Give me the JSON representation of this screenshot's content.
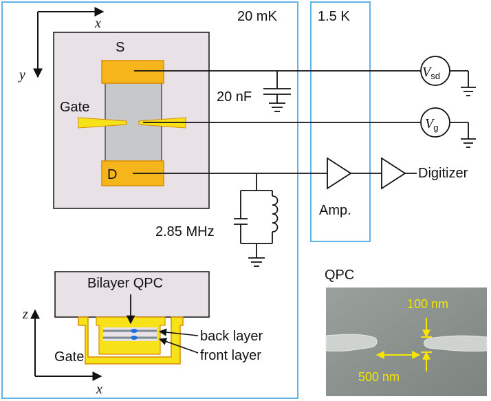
{
  "regions": {
    "cold_stage": "20 mK",
    "amp_stage": "1.5 K"
  },
  "axes_top": {
    "x": "x",
    "y": "y"
  },
  "axes_bottom": {
    "z": "z",
    "x": "x"
  },
  "device": {
    "source": "S",
    "drain": "D",
    "gate": "Gate"
  },
  "components": {
    "capacitor": "20 nF",
    "tank_freq": "2.85 MHz",
    "amp": "Amp.",
    "digitizer": "Digitizer",
    "vsd_main": "V",
    "vsd_sub": "sd",
    "vg_main": "V",
    "vg_sub": "g"
  },
  "cross_section": {
    "title": "Bilayer QPC",
    "back": "back layer",
    "front": "front layer",
    "gate": "Gate"
  },
  "sem": {
    "title": "QPC",
    "gap_width": "100 nm",
    "gap_length": "500 nm"
  },
  "colors": {
    "frame": "#5fb3e6",
    "gold": "#f7b51c",
    "gold_edge": "#d98b00",
    "chip": "#e8e1e6",
    "channel": "#c6c8ca",
    "dot": "#1e6fd9",
    "sem_label": "#f5e500"
  }
}
